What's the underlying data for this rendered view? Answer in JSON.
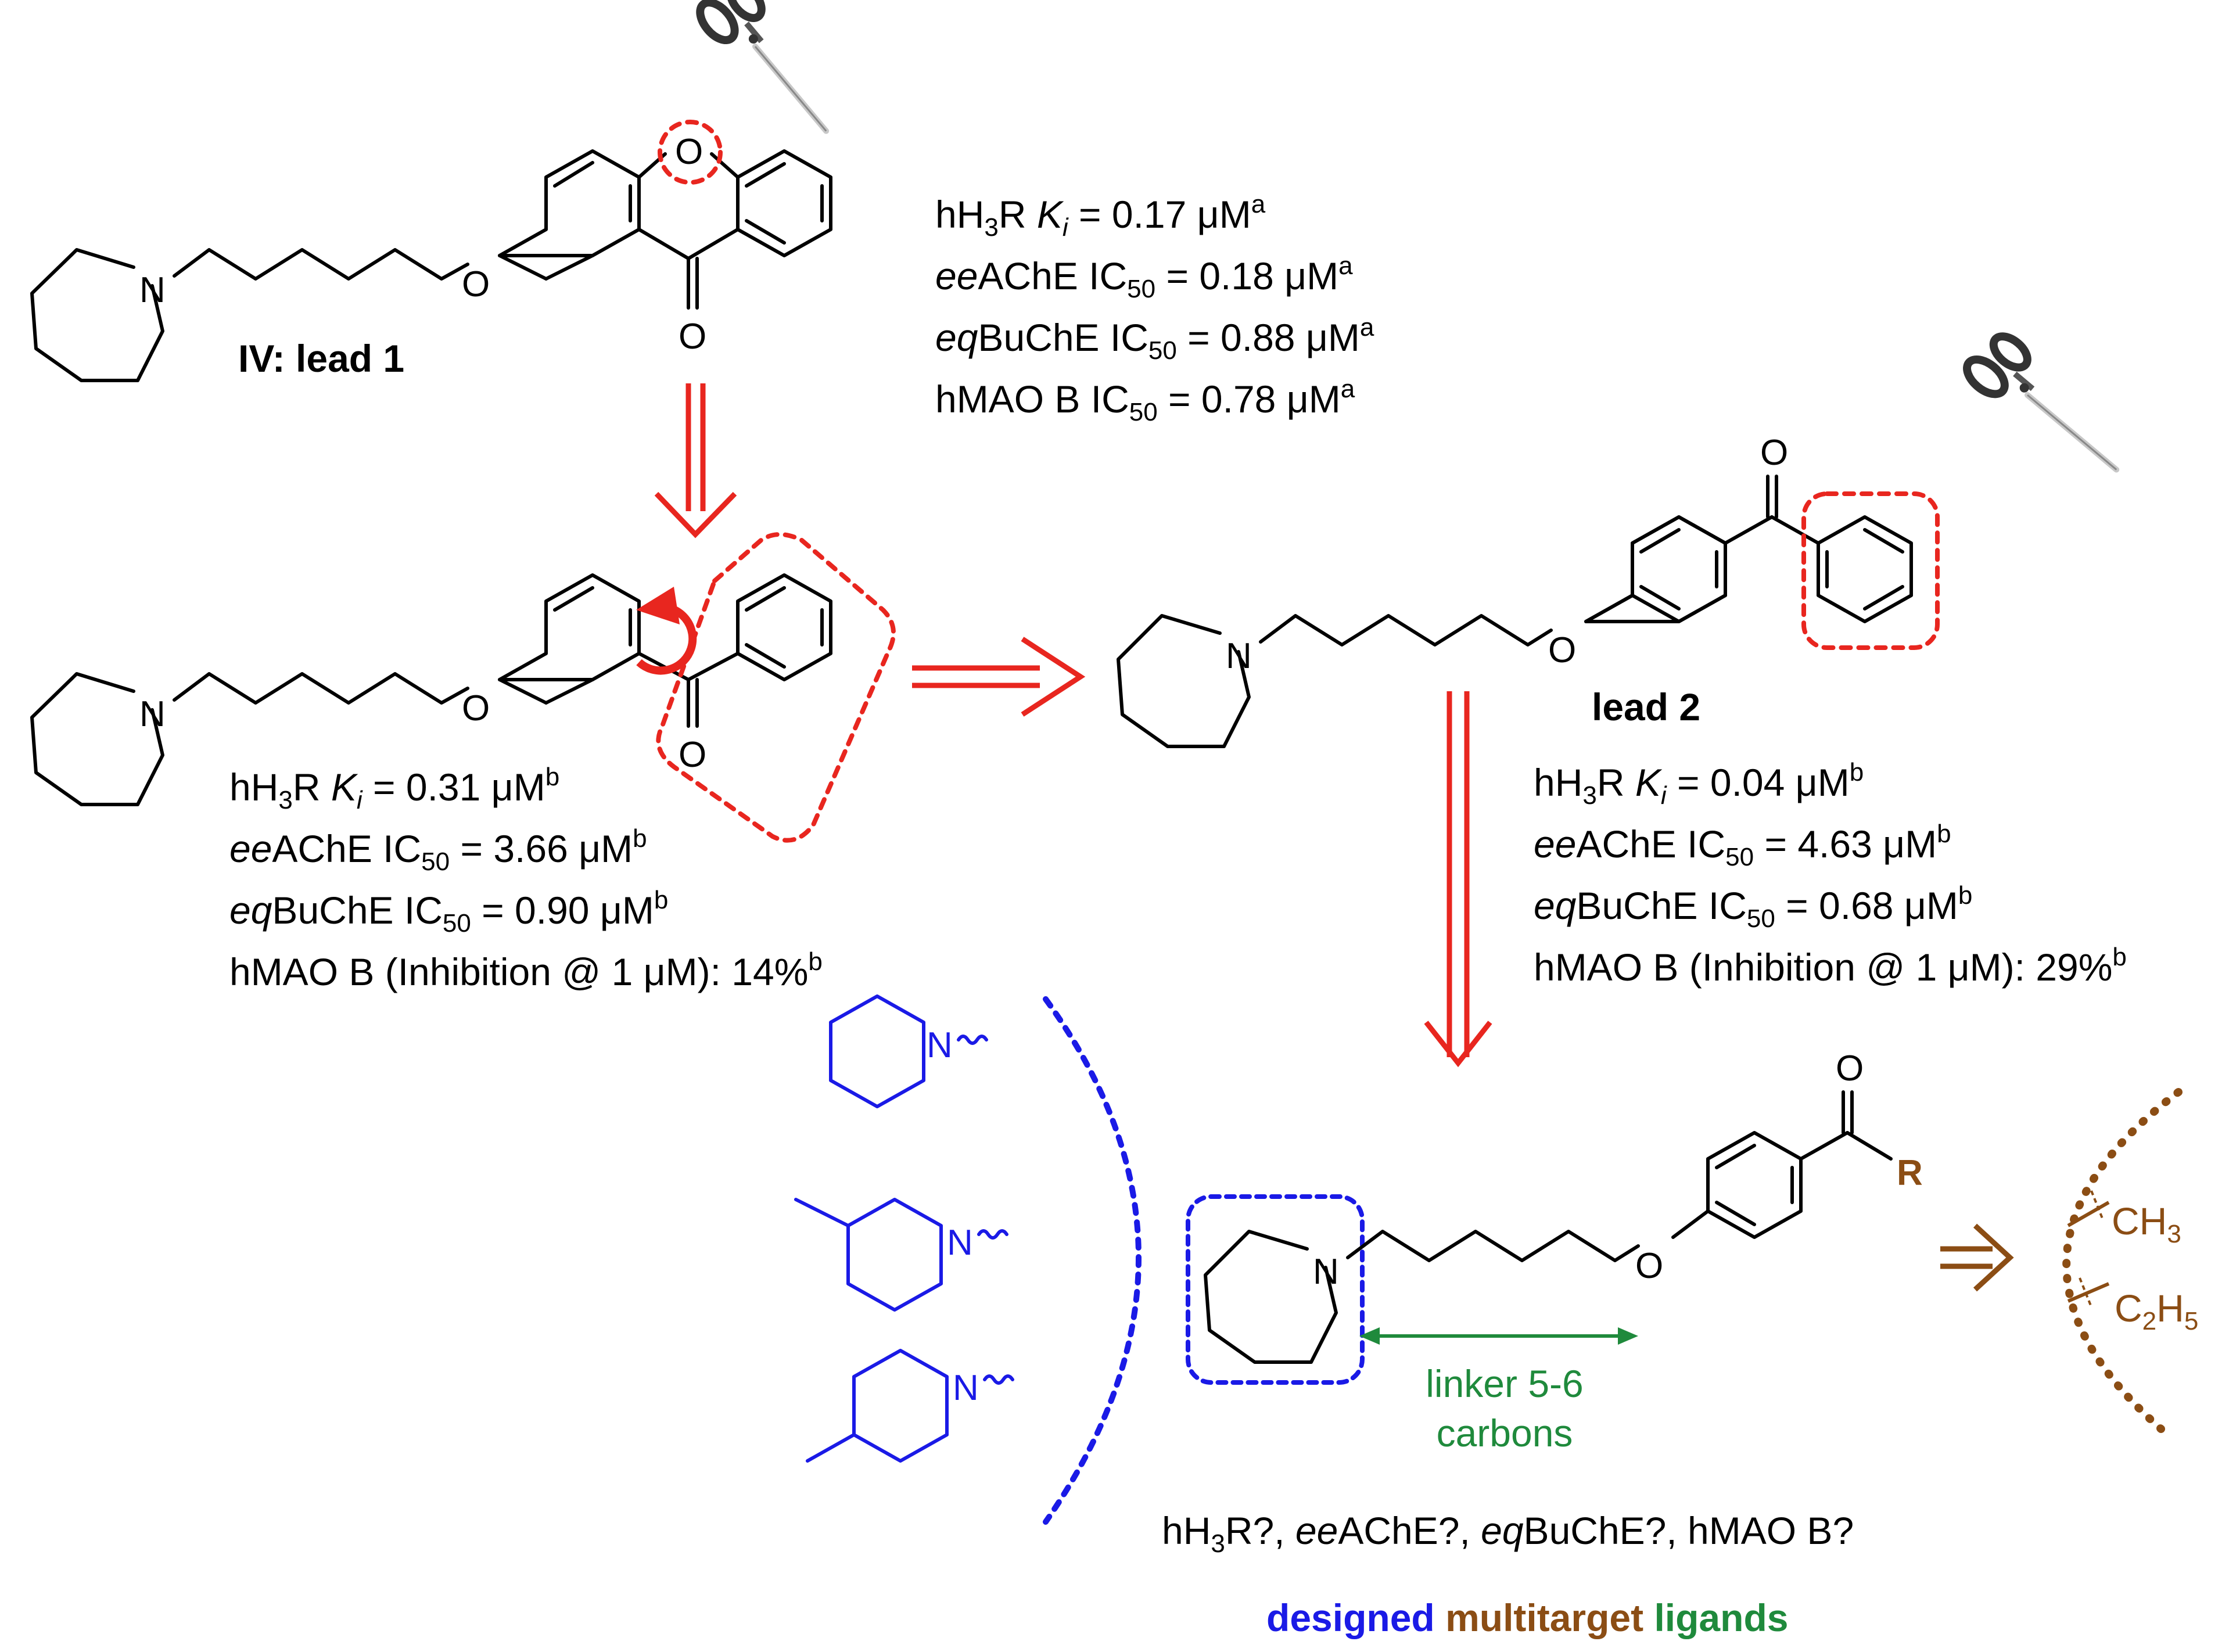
{
  "lead1": {
    "label": "IV: lead 1",
    "activities": [
      {
        "prefix": "hH",
        "sub1": "3",
        "mid": "R ",
        "italic": "K",
        "isub": "i",
        "rest": " = 0.17 μM",
        "sup": "a"
      },
      {
        "italic": "ee",
        "rest": "AChE IC",
        "sub": "50",
        "value": " = 0.18 μM",
        "sup": "a"
      },
      {
        "italic": "eq",
        "rest": "BuChE IC",
        "sub": "50",
        "value": " = 0.88 μM",
        "sup": "a"
      },
      {
        "rest": "hMAO B IC",
        "sub": "50",
        "value": " = 0.78 μM",
        "sup": "a"
      }
    ]
  },
  "intermediate": {
    "activities": [
      {
        "prefix": "hH",
        "sub1": "3",
        "mid": "R ",
        "italic": "K",
        "isub": "i",
        "rest": " = 0.31 μM",
        "sup": "b"
      },
      {
        "italic": "ee",
        "rest": "AChE IC",
        "sub": "50",
        "value": " = 3.66 μM",
        "sup": "b"
      },
      {
        "italic": "eq",
        "rest": "BuChE IC",
        "sub": "50",
        "value": " = 0.90 μM",
        "sup": "b"
      },
      {
        "rest": "hMAO B (Inhibition @ 1 μM): 14%",
        "sup": "b"
      }
    ]
  },
  "lead2": {
    "label": "lead 2",
    "activities": [
      {
        "prefix": "hH",
        "sub1": "3",
        "mid": "R ",
        "italic": "K",
        "isub": "i",
        "rest": " = 0.04 μM",
        "sup": "b"
      },
      {
        "italic": "ee",
        "rest": "AChE IC",
        "sub": "50",
        "value": " = 4.63 μM",
        "sup": "b"
      },
      {
        "italic": "eq",
        "rest": "BuChE IC",
        "sub": "50",
        "value": " = 0.68 μM",
        "sup": "b"
      },
      {
        "rest": "hMAO B (Inhibition @ 1 μM): 29%",
        "sup": "b"
      }
    ]
  },
  "design": {
    "linker_line1": "linker 5-6",
    "linker_line2": "carbons",
    "r_group": "R",
    "ch3_main": "CH",
    "ch3_sub": "3",
    "c2h5_main": "C",
    "c2h5_sub1": "2",
    "c2h5_mid": "H",
    "c2h5_sub2": "5",
    "question": {
      "p1": "hH",
      "s1": "3",
      "p2": "R?, ",
      "i1": "ee",
      "p3": "AChE?, ",
      "i2": "eq",
      "p4": "BuChE?,  hMAO B?"
    },
    "footer": [
      {
        "text": "designed",
        "color": "#1a1ae6"
      },
      {
        "text": "multitarget",
        "color": "#8b4d14"
      },
      {
        "text": "ligands",
        "color": "#1f8a3c"
      }
    ]
  },
  "atoms": {
    "N": "N",
    "O": "O"
  },
  "colors": {
    "red": "#e8261f",
    "blue": "#1a1ae6",
    "brown": "#8b4d14",
    "green": "#1f8a3c"
  },
  "icons": [
    "scissors-icon",
    "rotation-arrow-icon",
    "retro-arrow-icon"
  ]
}
